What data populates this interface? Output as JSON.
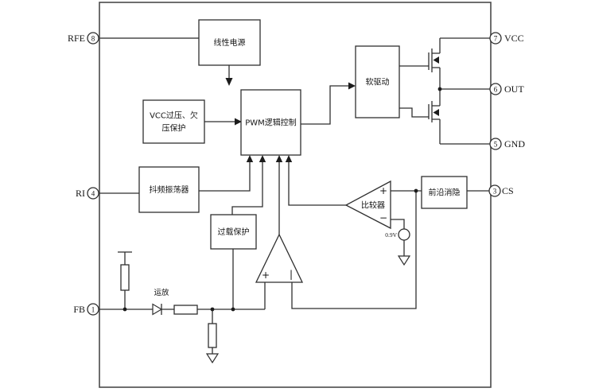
{
  "blocks": {
    "linear_supply": "线性电源",
    "vcc_protect": {
      "line1": "VCC过压、欠",
      "line2": "压保护"
    },
    "pwm": "PWM逻辑控制",
    "soft_drive": "软驱动",
    "oscillator": "抖频振荡器",
    "overload": "过载保护",
    "blanking": "前沿消隐"
  },
  "comparator": {
    "label": "比较器",
    "plus": "+",
    "minus": "−"
  },
  "error_amp": {
    "plus": "+",
    "minus": "|"
  },
  "annotations": {
    "opamp": "运放",
    "vref": "0.9V"
  },
  "pins": {
    "rfe": {
      "name": "RFE",
      "number": "8"
    },
    "ri": {
      "name": "RI",
      "number": "4"
    },
    "fb": {
      "name": "FB",
      "number": "1"
    },
    "vcc": {
      "name": "VCC",
      "number": "7"
    },
    "out": {
      "name": "OUT",
      "number": "6"
    },
    "gnd": {
      "name": "GND",
      "number": "5"
    },
    "cs": {
      "name": "CS",
      "number": "3"
    }
  },
  "colors": {
    "line": "#2f2f2f",
    "text": "#151515",
    "background": "#ffffff"
  }
}
